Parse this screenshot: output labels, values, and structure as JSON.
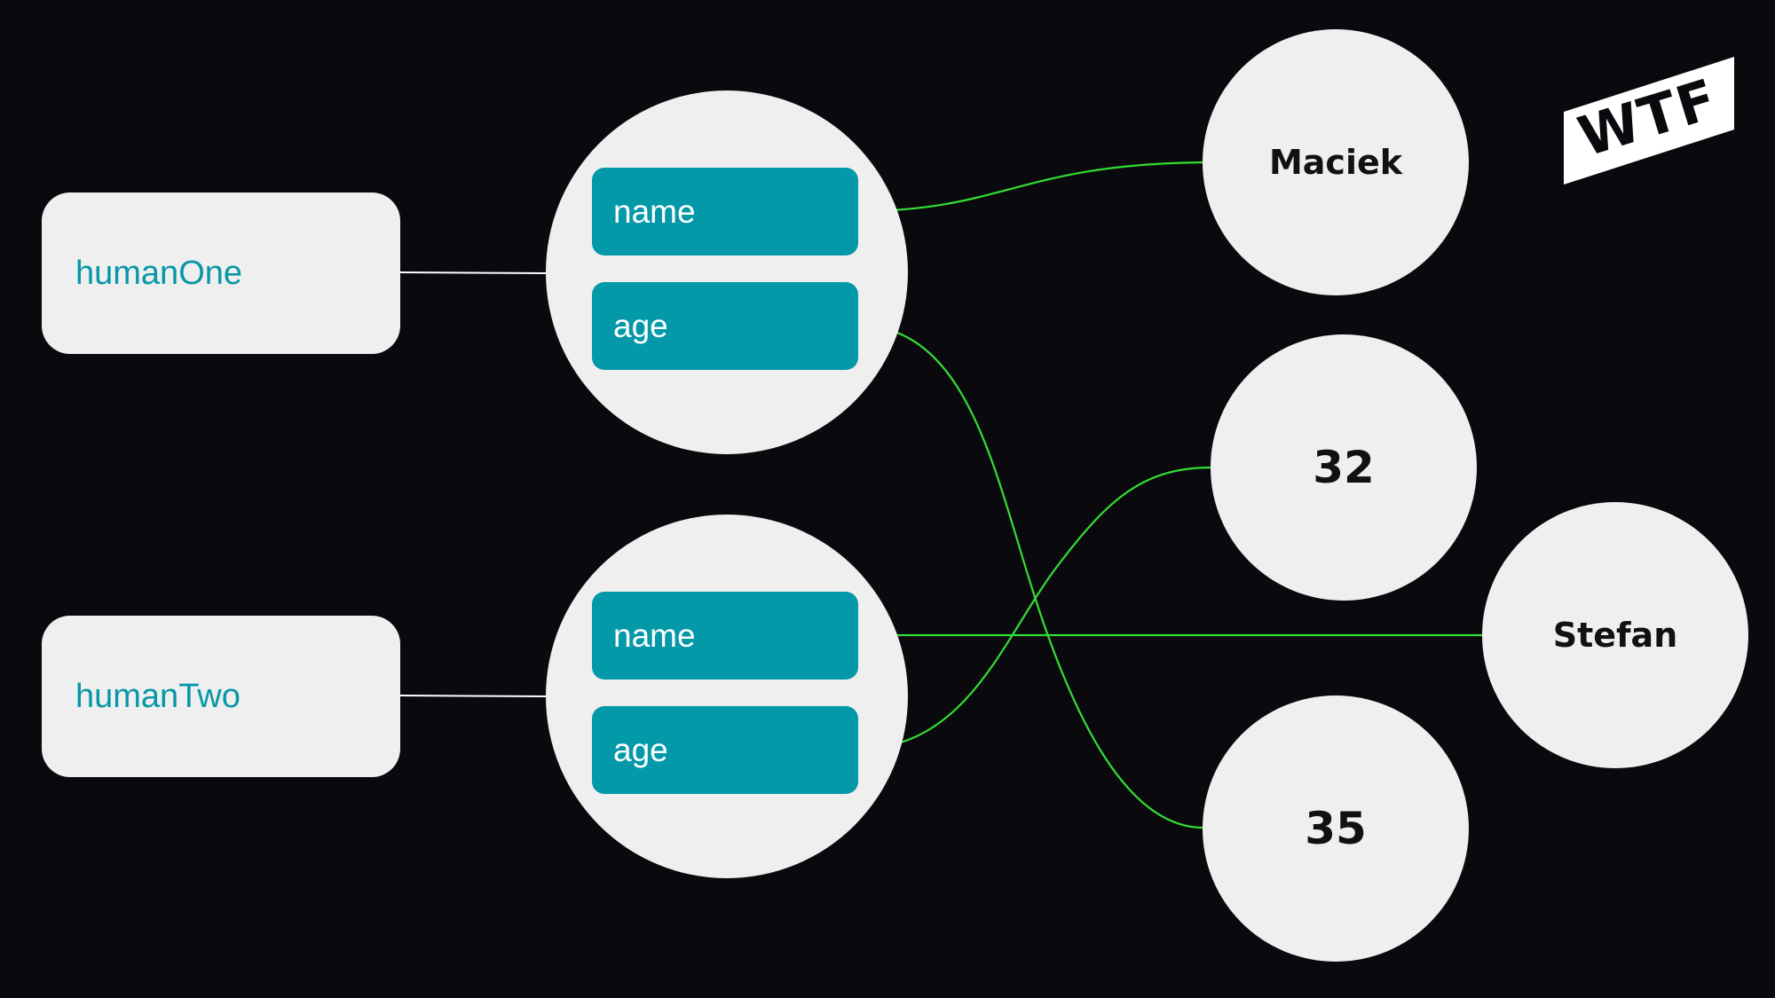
{
  "variables": [
    {
      "label": "humanOne"
    },
    {
      "label": "humanTwo"
    }
  ],
  "objects": [
    {
      "props": [
        "name",
        "age"
      ]
    },
    {
      "props": [
        "name",
        "age"
      ]
    }
  ],
  "values": {
    "maciek": "Maciek",
    "v32": "32",
    "stefan": "Stefan",
    "v35": "35"
  },
  "logo": {
    "text": "WTF",
    "icon": "wtf-logo-icon"
  },
  "colors": {
    "background": "#0a0a0e",
    "node": "#efefef",
    "property": "#0499a8",
    "variable_text": "#0897a8",
    "reference_line": "#33dd33",
    "binding_line": "#ffffff"
  }
}
